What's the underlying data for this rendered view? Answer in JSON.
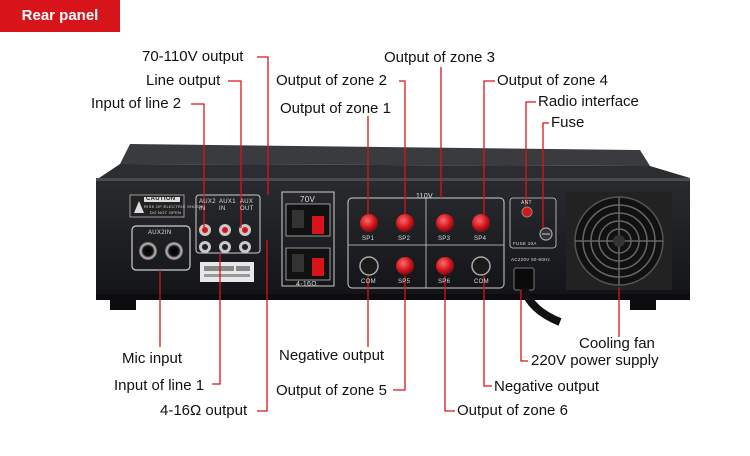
{
  "header": {
    "title": "Rear panel"
  },
  "labels": {
    "out_70_110v": "70-110V output",
    "line_output": "Line output",
    "input_line2": "Input of line 2",
    "zone3": "Output of zone 3",
    "zone2": "Output of zone 2",
    "zone4": "Output of zone 4",
    "zone1": "Output of zone 1",
    "radio": "Radio interface",
    "fuse": "Fuse",
    "mic": "Mic input",
    "negative1": "Negative output",
    "input_line1": "Input of line 1",
    "zone5": "Output of zone 5",
    "out_4_16": "4-16Ω output",
    "cooling": "Cooling fan",
    "power": "220V power supply",
    "negative2": "Negative output",
    "zone6": "Output of zone 6"
  },
  "panel": {
    "caution": "CAUTION",
    "caution_sub1": "RISK OF ELECTRIC SHOCK",
    "caution_sub2": "DO NOT OPEN",
    "aux2in": "AUX2IN",
    "aux2_in": "AUX2\nIN",
    "aux1_in": "AUX1\nIN",
    "aux_out": "AUX\nOUT",
    "v70": "70V",
    "ohm": "4-16Ω",
    "v110": "110V",
    "sp1": "SP1",
    "sp2": "SP2",
    "sp3": "SP3",
    "sp4": "SP4",
    "com1": "COM",
    "sp5": "SP5",
    "sp6": "SP6",
    "com2": "COM",
    "ant": "ANT",
    "fuse": "FUSE 10A",
    "ac": "AC220V 50-60Hz"
  },
  "colors": {
    "accent": "#d8141b",
    "chassis": "#1c1d20",
    "line": "#d8141b"
  }
}
